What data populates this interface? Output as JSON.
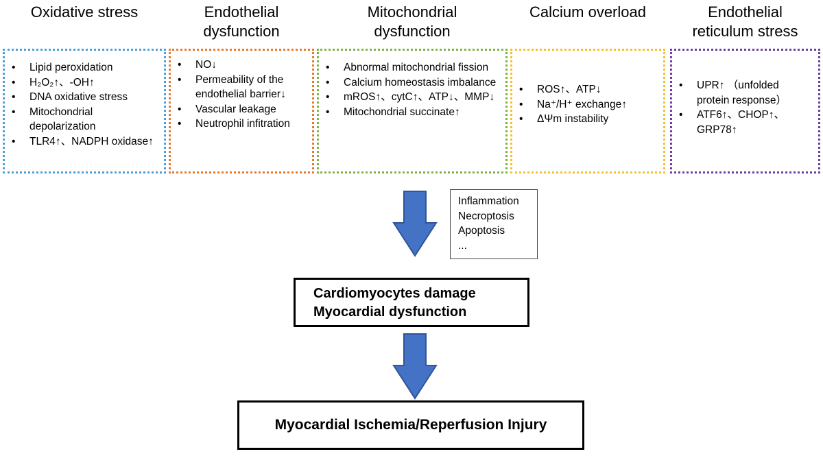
{
  "columns": [
    {
      "title": "Oxidative stress",
      "color": "#4a9fd8",
      "items": [
        "Lipid peroxidation",
        "H₂O₂↑、-OH↑",
        "DNA oxidative stress",
        "Mitochondrial depolarization",
        "TLR4↑、NADPH oxidase↑"
      ]
    },
    {
      "title": "Endothelial\ndysfunction",
      "color": "#e8782c",
      "items": [
        "NO↓",
        "Permeability of the endothelial barrier↓",
        "Vascular leakage",
        "Neutrophil infitration"
      ]
    },
    {
      "title": "Mitochondrial\ndysfunction",
      "color": "#7cb342",
      "items": [
        "Abnormal mitochondrial fission",
        "Calcium homeostasis imbalance",
        "mROS↑、cytC↑、ATP↓、MMP↓",
        "Mitochondrial succinate↑"
      ]
    },
    {
      "title": "Calcium overload",
      "color": "#f5c02a",
      "items": [
        "ROS↑、ATP↓",
        "Na⁺/H⁺ exchange↑",
        "ΔΨm instability"
      ]
    },
    {
      "title": "Endothelial\nreticulum stress",
      "color": "#6a3da0",
      "items": [
        "UPR↑ （unfolded protein response）",
        "ATF6↑、CHOP↑、GRP78↑"
      ]
    }
  ],
  "side_box": {
    "lines": [
      "Inflammation",
      "Necroptosis",
      "Apoptosis",
      "..."
    ]
  },
  "main_box": {
    "line1": "Cardiomyocytes damage",
    "line2": "Myocardial dysfunction"
  },
  "final_box": {
    "text": "Myocardial Ischemia/Reperfusion Injury"
  },
  "arrow_color": "#4472c4"
}
